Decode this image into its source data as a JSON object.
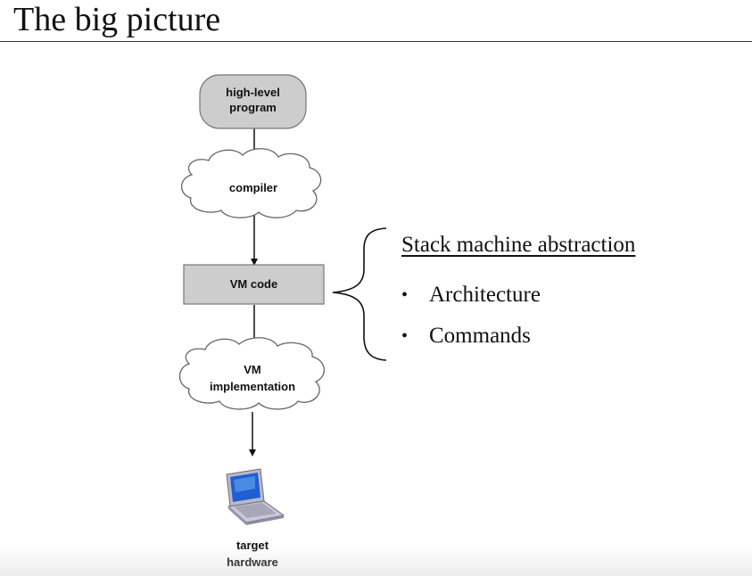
{
  "slide": {
    "title": "The big picture"
  },
  "diagram": {
    "nodes": {
      "high_level_program": [
        "high-level",
        "program"
      ],
      "compiler": [
        "compiler"
      ],
      "vm_code": [
        "VM code"
      ],
      "vm_implementation": [
        "VM",
        "implementation"
      ],
      "target_hardware": [
        "target",
        "hardware"
      ]
    },
    "colors": {
      "box_fill": "#cdcdcd",
      "box_stroke": "#777777",
      "cloud_stroke": "#666666",
      "arrow": "#111111",
      "laptop_screen": "#1f5fd1"
    },
    "icons": {
      "target_hardware": "laptop-icon"
    }
  },
  "bullets": {
    "heading": "Stack machine abstraction",
    "items": [
      "Architecture",
      "Commands"
    ]
  }
}
